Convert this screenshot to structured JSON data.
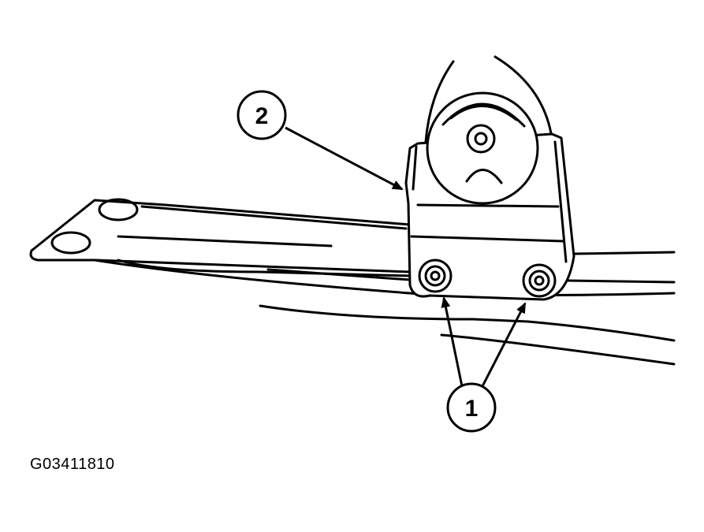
{
  "callouts": [
    {
      "label": "2",
      "icon": "callout-circle-icon"
    },
    {
      "label": "1",
      "icon": "callout-circle-icon"
    }
  ],
  "figure_code": "G03411810",
  "colors": {
    "ink": "#000000",
    "paper": "#ffffff"
  }
}
